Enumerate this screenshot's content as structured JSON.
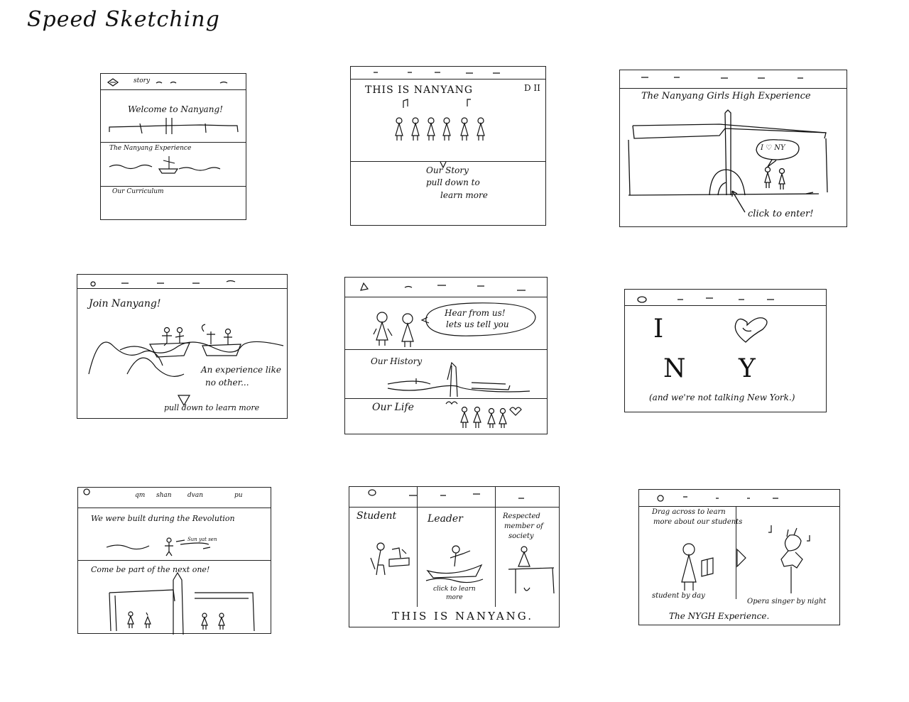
{
  "page_title": "Speed Sketching",
  "sketch1": {
    "nav_item": "story",
    "headline": "Welcome to Nanyang!",
    "section2": "The Nanyang Experience",
    "section3": "Our Curriculum"
  },
  "sketch2": {
    "title": "THIS IS NANYANG",
    "media_icon": "D II",
    "caption_l1": "Our Story",
    "caption_l2": "pull down to",
    "caption_l3": "learn more"
  },
  "sketch3": {
    "title": "The Nanyang Girls High Experience",
    "speech": "I ♡ NY",
    "cta": "click to enter!"
  },
  "sketch4": {
    "title": "Join Nanyang!",
    "tagline_l1": "An experience like",
    "tagline_l2": "no other...",
    "footer": "pull down to learn more"
  },
  "sketch5": {
    "speech_l1": "Hear from us!",
    "speech_l2": "lets us tell you",
    "section2": "Our History",
    "section3": "Our Life"
  },
  "sketch6": {
    "letter_i": "I",
    "letter_n": "N",
    "letter_y": "Y",
    "caption": "(and we're not talking New York.)"
  },
  "sketch7": {
    "nav1": "qm",
    "nav2": "shan",
    "nav3": "dvan",
    "nav4": "pu",
    "headline": "We were built during the Revolution",
    "label": "Sun yat sen",
    "section2": "Come be part of the next one!"
  },
  "sketch8": {
    "col1": "Student",
    "col2": "Leader",
    "col3_l1": "Respected",
    "col3_l2": "member of",
    "col3_l3": "society",
    "note_l1": "click to learn",
    "note_l2": "more",
    "footer": "THIS IS NANYANG."
  },
  "sketch9": {
    "intro_l1": "Drag across to learn",
    "intro_l2": "more about our students",
    "left_caption": "student by day",
    "right_caption": "Opera singer by night",
    "footer": "The NYGH Experience."
  }
}
